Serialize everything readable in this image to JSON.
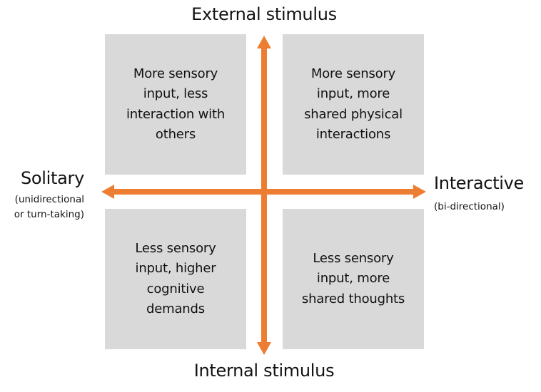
{
  "axes": {
    "top": "External stimulus",
    "bottom": "Internal stimulus",
    "left": "Solitary",
    "left_sub": "(unidirectional\nor turn-taking)",
    "right": "Interactive",
    "right_sub": "(bi-directional)",
    "arrow_color": "#ed7d31"
  },
  "quadrants": {
    "top_left": "More sensory\ninput, less\ninteraction with\nothers",
    "top_right": "More sensory\ninput, more\nshared physical\ninteractions",
    "bottom_left": "Less sensory\ninput, higher\ncognitive\ndemands",
    "bottom_right": "Less sensory\ninput, more\nshared thoughts"
  },
  "box_color": "#d9d9d9"
}
